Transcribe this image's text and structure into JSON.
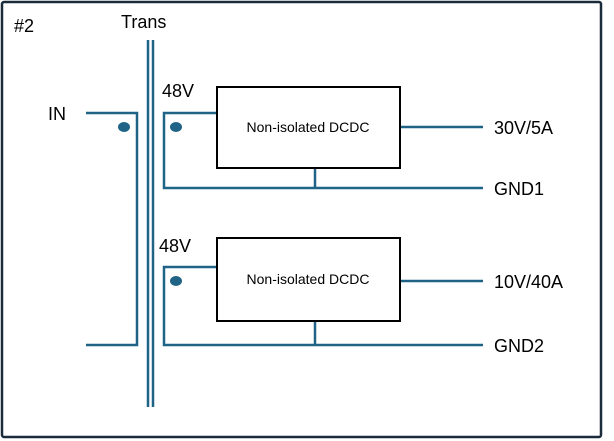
{
  "diagram": {
    "figure_label": "#2",
    "transformer_label": "Trans",
    "input_label": "IN",
    "colors": {
      "wire": "#1f6487",
      "dot": "#1f6487",
      "box_stroke": "#000000",
      "frame_stroke": "#1a2b3c"
    },
    "channels": [
      {
        "secondary_voltage": "48V",
        "converter_label": "Non-isolated DCDC",
        "output_label": "30V/5A",
        "ground_label": "GND1"
      },
      {
        "secondary_voltage": "48V",
        "converter_label": "Non-isolated DCDC",
        "output_label": "10V/40A",
        "ground_label": "GND2"
      }
    ]
  }
}
